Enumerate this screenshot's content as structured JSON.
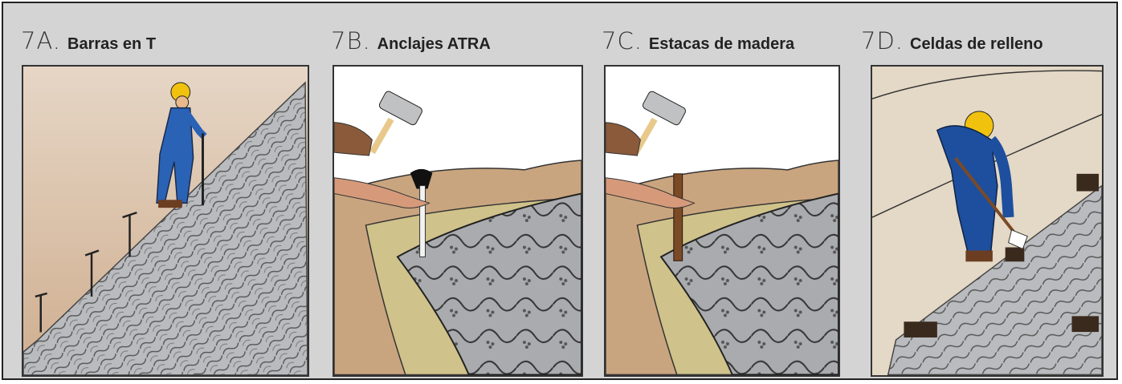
{
  "panels": [
    {
      "number": "7A.",
      "title": "Barras en T"
    },
    {
      "number": "7B.",
      "title": "Anclajes ATRA"
    },
    {
      "number": "7C.",
      "title": "Estacas de madera"
    },
    {
      "number": "7D.",
      "title": "Celdas de relleno"
    }
  ],
  "colors": {
    "frame_bg": "#d4d4d4",
    "sky_7a": "#dec8b2",
    "cells": "#a9abae",
    "soil": "#c9a57f",
    "worker_suit": "#2a62b5",
    "helmet": "#f0c20e",
    "wood": "#7a4a26"
  },
  "icons": [
    "worker-icon",
    "hammer-icon",
    "hand-icon",
    "t-bar-icon",
    "atra-anchor-icon",
    "wood-stake-icon",
    "shovel-icon"
  ]
}
